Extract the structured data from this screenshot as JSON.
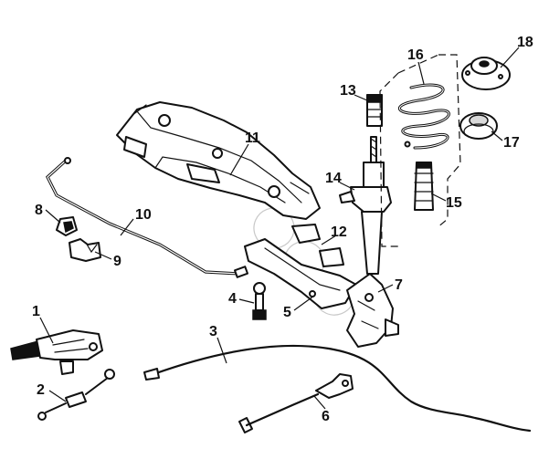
{
  "callouts": [
    {
      "number": "1"
    },
    {
      "number": "2"
    },
    {
      "number": "3"
    },
    {
      "number": "4"
    },
    {
      "number": "5"
    },
    {
      "number": "6"
    },
    {
      "number": "7"
    },
    {
      "number": "8"
    },
    {
      "number": "9"
    },
    {
      "number": "10"
    },
    {
      "number": "11"
    },
    {
      "number": "12"
    },
    {
      "number": "13"
    },
    {
      "number": "14"
    },
    {
      "number": "15"
    },
    {
      "number": "16"
    },
    {
      "number": "17"
    },
    {
      "number": "18"
    }
  ],
  "watermark": {
    "text": "AUTO"
  },
  "colors": {
    "line": "#111111",
    "fill": "#ffffff",
    "watermark": "#9a9a9a"
  }
}
